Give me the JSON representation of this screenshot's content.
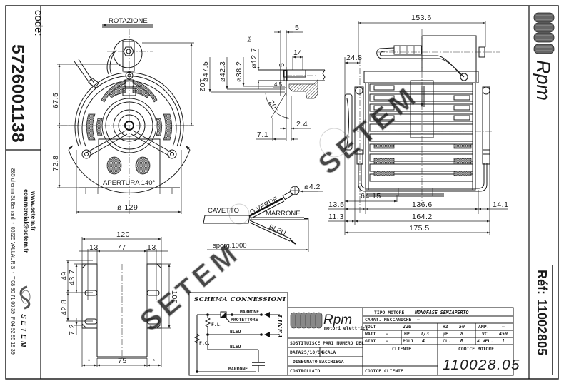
{
  "left_strip": {
    "code_label": "code:",
    "code_value": "5726001138",
    "website": "www.setem.fr",
    "email": "commercial@setem.fr",
    "address": "885 chemin St.Bernard  -  06225 VALLAURIS  -  T 08 90 71 00 39  F 04 92 95 19 39",
    "company_logo_text": "SETEM"
  },
  "right_strip": {
    "brand": "Rpm",
    "ref_label": "Réf:",
    "ref_value": "11002805"
  },
  "front_view": {
    "rotation_label": "ROTAZIONE",
    "opening_label": "APERTURA 140°",
    "dim_height_to_shaft": "67.5",
    "dim_height_total": "102",
    "dim_shaft_to_base": "72.8",
    "dim_diameter": "ø 129"
  },
  "shaft_detail": {
    "dim_d1": "ø47.5",
    "dim_d2": "ø42.3",
    "dim_d3": "ø38.2",
    "dim_shaft": "ø12.7",
    "shaft_tolerance": "h8",
    "dim_top_5": "5",
    "dim_14": "14",
    "dim_flat_5": "5",
    "dim_4_5": "4.5",
    "dim_angle": "20°",
    "dim_2_4": "2.4",
    "dim_7_1": "7.1"
  },
  "cable_detail": {
    "cable_label": "CAVETTO",
    "wire_ground": "G.VERDE",
    "wire_brown": "MARRONE",
    "wire_blue": "BLEU",
    "length_label": "sporg.1000",
    "eyelet_diameter": "ø4.2"
  },
  "side_view": {
    "dim_153_6": "153.6",
    "dim_24_8": "24.8",
    "dim_64_15": "64.15",
    "dim_13_5": "13.5",
    "dim_136_6": "136.6",
    "dim_14_1": "14.1",
    "dim_11_3": "11.3",
    "dim_164_2": "164.2",
    "dim_175_5": "175.5"
  },
  "base_view": {
    "dim_120": "120",
    "dim_13_left": "13",
    "dim_77": "77",
    "dim_13_right": "13",
    "dim_49": "49",
    "dim_43_7": "43.7",
    "dim_42_8": "42.8",
    "dim_7_2": "7.2",
    "dim_100": "100",
    "dim_75": "75",
    "dim_star": "*"
  },
  "wiring_diagram": {
    "title": "SCHEMA CONNESSIONI",
    "protector_label": "PROTETTORE",
    "fl_label": "F.L.",
    "fc_label": "F.C.",
    "line_label": "LINEA",
    "wire1": "MARRONE",
    "wire2": "BLEU",
    "wire3": "BLEU",
    "wire4": "MARRONE"
  },
  "title_block": {
    "logo_text": "Rpm",
    "logo_subtitle": "motori elettrici",
    "replaces_label": "SOSTITUISCE PARI NUMERO DEL",
    "date_label": "DATA",
    "date_value": "25/10/94",
    "scale_label": "SCALA",
    "drawn_label": "DISEGNATO",
    "drawn_value": "BACCHIEGA",
    "checked_label": "CONTROLLATO",
    "motor_type_label": "TIPO MOTORE",
    "motor_type_value": "MONOFASE SEMIAPERTO",
    "mech_label": "CARAT. MECCANICHE",
    "mech_value": "—",
    "volt_label": "VOLT",
    "volt_value": "220",
    "hz_label": "HZ",
    "hz_value": "50",
    "amp_label": "AMP.",
    "amp_value": "—",
    "watt_label": "WATT",
    "watt_value": "—",
    "hp_label": "HP",
    "hp_value": "1/3",
    "uf_label": "µF",
    "uf_value": "8",
    "vc_label": "VC",
    "vc_value": "450",
    "rpm_label": "GIRI",
    "rpm_value": "—",
    "poles_label": "POLI",
    "poles_value": "4",
    "class_label": "CL.",
    "class_value": "B",
    "speeds_label": "# VEL.",
    "speeds_value": "1",
    "client_label": "CLIENTE",
    "client_code_label": "CODICE CLIENTE",
    "motor_code_label": "CODICE MOTORE",
    "motor_code_value": "110028.05"
  },
  "watermark_text": "SETEM"
}
